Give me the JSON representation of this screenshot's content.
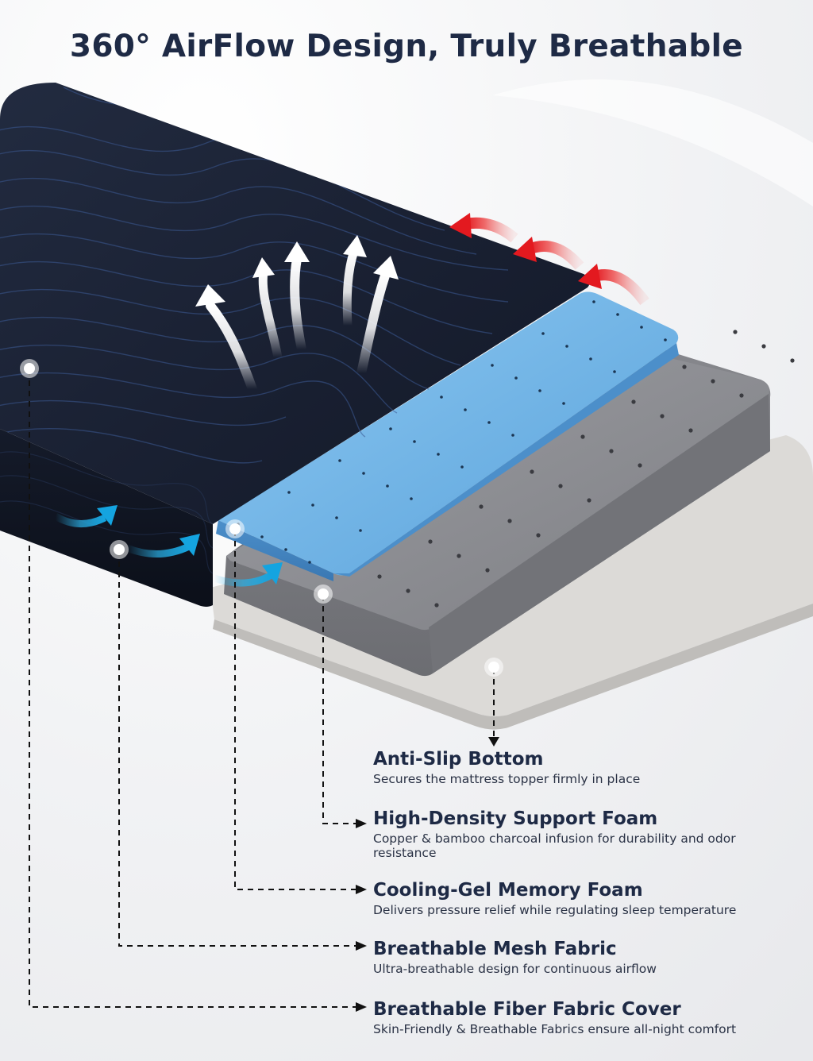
{
  "headline": "360° AirFlow Design, Truly Breathable",
  "features": [
    {
      "title": "Anti-Slip Bottom",
      "description": "Secures the mattress topper firmly in place"
    },
    {
      "title": "High-Density Support Foam",
      "description": "Copper & bamboo charcoal infusion for durability and odor resistance"
    },
    {
      "title": "Cooling-Gel Memory Foam",
      "description": "Delivers pressure relief while regulating sleep temperature"
    },
    {
      "title": "Breathable Mesh Fabric",
      "description": "Ultra-breathable design for continuous airflow"
    },
    {
      "title": "Breathable Fiber Fabric Cover",
      "description": "Skin-Friendly & Breathable Fabrics ensure all-night comfort"
    }
  ],
  "colors": {
    "text": "#1e2a45",
    "cover": "#1a2236",
    "gel_foam": "#6fb3e6",
    "support_foam": "#8a8b90",
    "anti_slip": "#dedcd9",
    "heat_arrow": "#e8262b",
    "cool_arrow": "#2ab0e6"
  },
  "icons": [
    "hot-air-arrow-icon",
    "warm-air-arrow-icon",
    "cool-air-arrow-icon",
    "callout-dot-icon"
  ]
}
